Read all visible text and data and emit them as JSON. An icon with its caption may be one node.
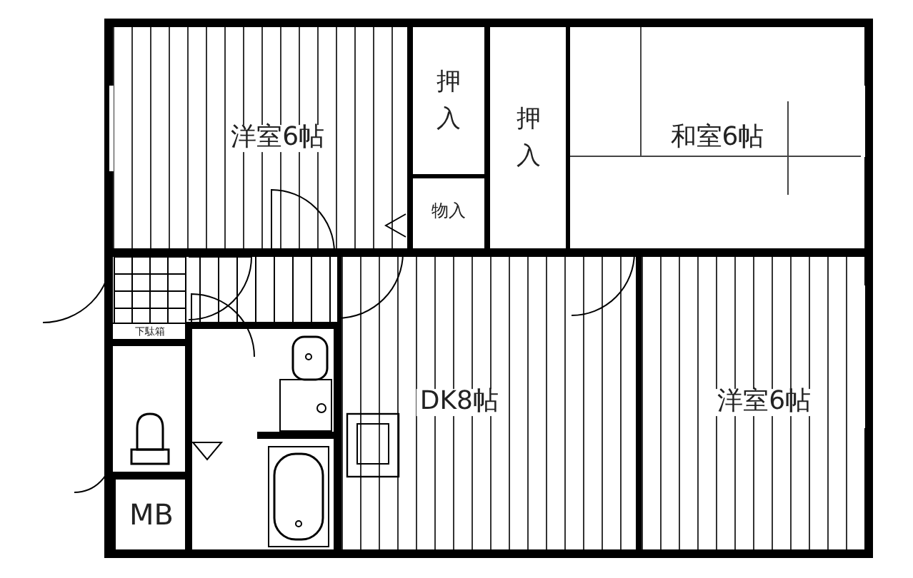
{
  "diagram": {
    "nodes": [
      {
        "text": [
          "洋室6帖"
        ]
      },
      {
        "text": [
          "押入"
        ]
      },
      {
        "text": [
          "押入"
        ]
      },
      {
        "text": [
          "和室6帖"
        ]
      },
      {
        "text": [
          "物入"
        ]
      },
      {
        "text": [
          "下駄箱"
        ]
      },
      {
        "text": [
          "DK8帖"
        ]
      },
      {
        "text": [
          "洋室6帖"
        ]
      },
      {
        "text": [
          "MB"
        ]
      }
    ]
  }
}
